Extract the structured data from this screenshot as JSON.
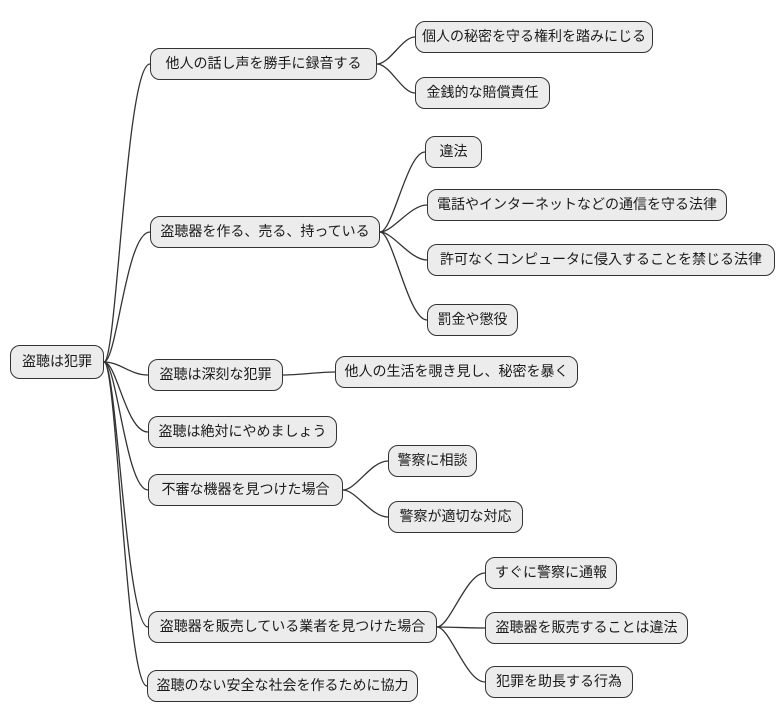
{
  "mindmap": {
    "root": {
      "label": "盗聴は犯罪"
    },
    "branches": [
      {
        "label": "他人の話し声を勝手に録音する",
        "children": [
          "個人の秘密を守る権利を踏みにじる",
          "金銭的な賠償責任"
        ]
      },
      {
        "label": "盗聴器を作る、売る、持っている",
        "children": [
          "違法",
          "電話やインターネットなどの通信を守る法律",
          "許可なくコンピュータに侵入することを禁じる法律",
          "罰金や懲役"
        ]
      },
      {
        "label": "盗聴は深刻な犯罪",
        "children": [
          "他人の生活を覗き見し、秘密を暴く"
        ]
      },
      {
        "label": "盗聴は絶対にやめましょう",
        "children": []
      },
      {
        "label": "不審な機器を見つけた場合",
        "children": [
          "警察に相談",
          "警察が適切な対応"
        ]
      },
      {
        "label": "盗聴器を販売している業者を見つけた場合",
        "children": [
          "すぐに警察に通報",
          "盗聴器を販売することは違法",
          "犯罪を助長する行為"
        ]
      },
      {
        "label": "盗聴のない安全な社会を作るために協力",
        "children": []
      }
    ]
  },
  "theme": {
    "background": "#ffffff",
    "node_fill": "#ececec",
    "node_border": "#333333",
    "edge_color": "#333333",
    "text_color": "#1a1a1a"
  }
}
